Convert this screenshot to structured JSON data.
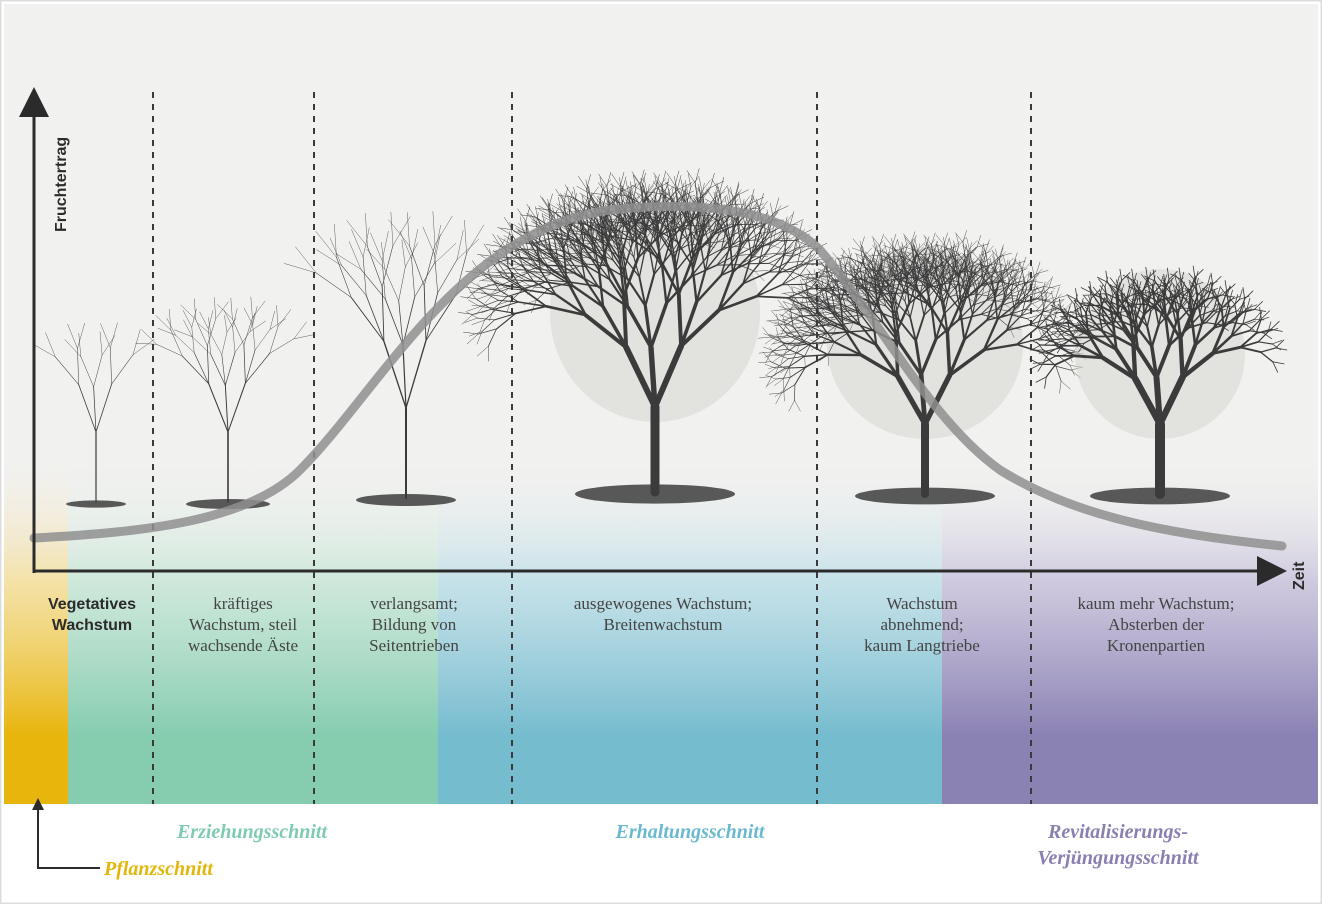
{
  "axes": {
    "y_label": "Fruchtertrag",
    "x_label": "Zeit"
  },
  "phases": [
    {
      "lines": [
        "Vegetatives",
        "Wachstum"
      ],
      "bold": true
    },
    {
      "lines": [
        "kräftiges",
        "Wachstum, steil",
        "wachsende Äste"
      ]
    },
    {
      "lines": [
        "verlangsamt;",
        "Bildung von",
        "Seitentrieben"
      ]
    },
    {
      "lines": [
        "ausgewogenes Wachstum;",
        "Breitenwachstum"
      ]
    },
    {
      "lines": [
        "Wachstum",
        "abnehmend;",
        "kaum Langtriebe"
      ]
    },
    {
      "lines": [
        "kaum mehr Wachstum;",
        "Absterben der",
        "Kronenpartien"
      ]
    }
  ],
  "pruning": {
    "plant": {
      "label": "Pflanzschnitt",
      "color": "#e3b60c"
    },
    "education": {
      "label": "Erziehungsschnitt",
      "color": "#7ecbb0"
    },
    "maintenance": {
      "label": "Erhaltungsschnitt",
      "color": "#6bb9cf"
    },
    "rejuvenation": {
      "lines": [
        "Revitalisierungs-",
        "Verjüngungsschnitt"
      ],
      "color": "#8a7fb0"
    }
  },
  "colors": {
    "band_yellow": "#e8b50d",
    "band_green": "#86cdb0",
    "band_blue": "#76bccf",
    "band_purple": "#8b82b4",
    "curve": "#8f8f8f"
  },
  "icons": [
    "tree-seedling-icon",
    "tree-young-icon",
    "tree-sapling-icon",
    "tree-mature-icon",
    "tree-aging-icon",
    "tree-old-icon"
  ]
}
